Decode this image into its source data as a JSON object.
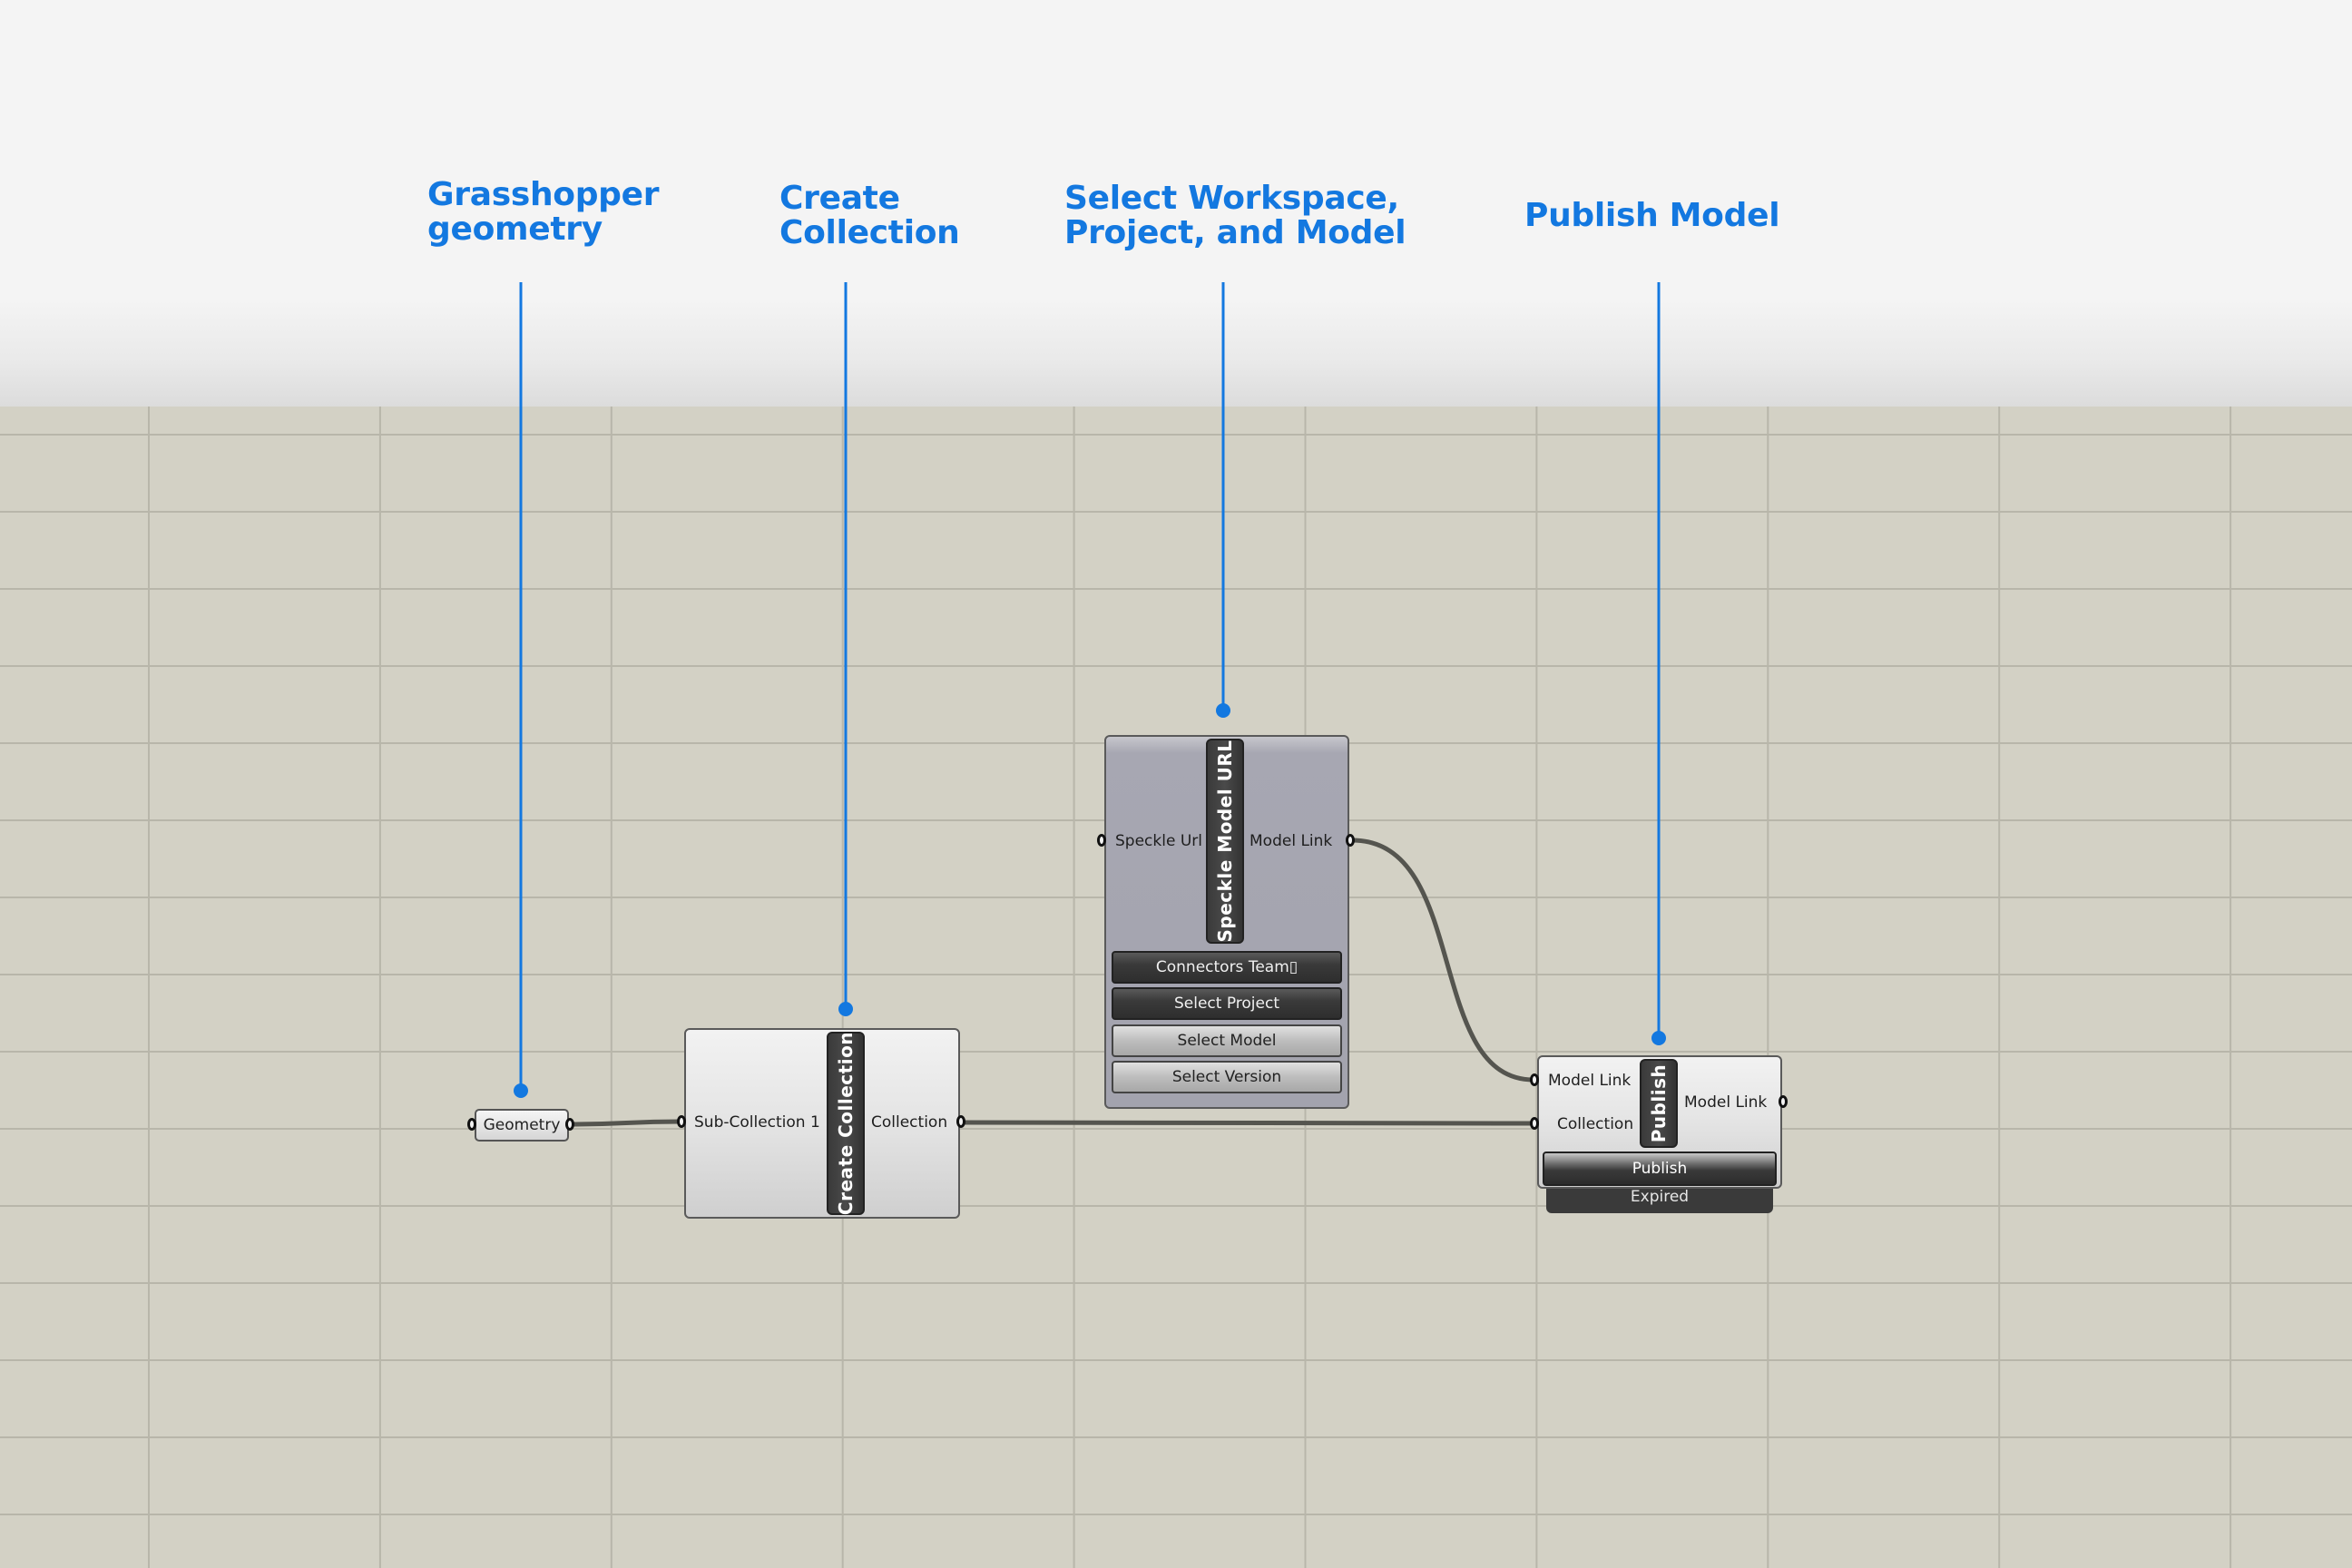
{
  "annotations": [
    {
      "id": "geometry",
      "label": "Grasshopper\ngeometry"
    },
    {
      "id": "create-collection",
      "label": "Create\nCollection"
    },
    {
      "id": "select-model",
      "label": "Select Workspace,\nProject, and Model"
    },
    {
      "id": "publish",
      "label": "Publish Model"
    }
  ],
  "colors": {
    "annotation_blue": "#1378e0",
    "canvas_bg": "#d3d1c5",
    "wire": "#555550"
  },
  "nodes": {
    "geometry_param": {
      "label": "Geometry"
    },
    "create_collection": {
      "title": "Create Collection",
      "inputs": [
        "Sub-Collection 1"
      ],
      "outputs": [
        "Collection"
      ]
    },
    "speckle_model_url": {
      "title": "Speckle Model URL",
      "inputs": [
        "Speckle Url"
      ],
      "outputs": [
        "Model Link"
      ],
      "menu": [
        {
          "label": "Connectors Team▯",
          "style": "dark"
        },
        {
          "label": "Select Project",
          "style": "dark"
        },
        {
          "label": "Select Model",
          "style": "light"
        },
        {
          "label": "Select Version",
          "style": "light"
        }
      ]
    },
    "publish": {
      "title": "Publish",
      "inputs": [
        "Model Link",
        "Collection"
      ],
      "outputs": [
        "Model Link"
      ],
      "button_label": "Publish",
      "status": "Expired"
    }
  },
  "wires": [
    {
      "from": "Geometry",
      "to": "Create Collection.Sub-Collection 1"
    },
    {
      "from": "Create Collection.Collection",
      "to": "Publish.Collection"
    },
    {
      "from": "Speckle Model URL.Model Link",
      "to": "Publish.Model Link"
    }
  ]
}
